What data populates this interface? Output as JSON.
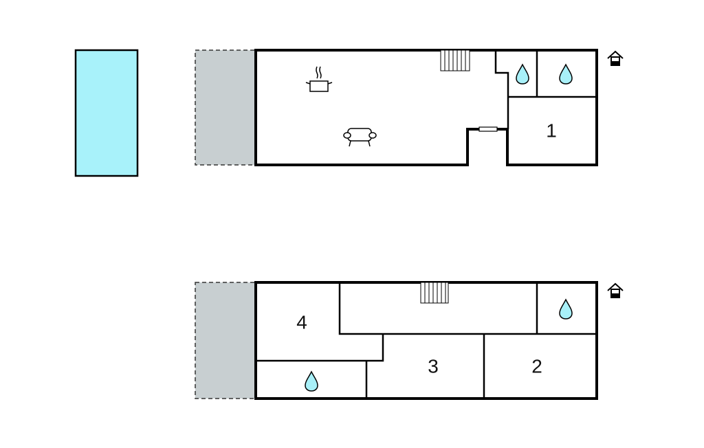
{
  "colors": {
    "pool": "#a8f2fa",
    "terrace": "#c8cfd1",
    "water": "#a8f0f8",
    "wall": "#000000"
  },
  "ground_floor": {
    "rooms": [
      {
        "label": "1"
      }
    ]
  },
  "upper_floor": {
    "rooms": [
      {
        "label": "2"
      },
      {
        "label": "3"
      },
      {
        "label": "4"
      }
    ]
  }
}
